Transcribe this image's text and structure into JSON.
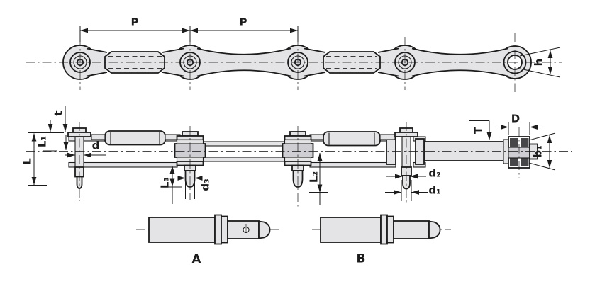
{
  "figure": {
    "kind": "engineering-line-drawing",
    "subject": "long pitch block chain with extended pins, three views and two pin details"
  },
  "labels": {
    "p_left": "P",
    "p_right": "P",
    "h": "h",
    "t": "t",
    "l1": "L₁",
    "l": "L",
    "d": "d",
    "l3": "L₃",
    "d3": "d₃",
    "l2": "L₂",
    "d2": "d₂",
    "d1": "d₁",
    "t_cap": "T",
    "d_cap": "D",
    "b1": "b₁",
    "pin_a": "A",
    "pin_b": "B"
  },
  "colors": {
    "line": "#1c1c1c",
    "fill_light": "#e4e4e6",
    "fill_mid": "#cfcfd3",
    "fill_dark": "#474749",
    "background": "#ffffff"
  }
}
